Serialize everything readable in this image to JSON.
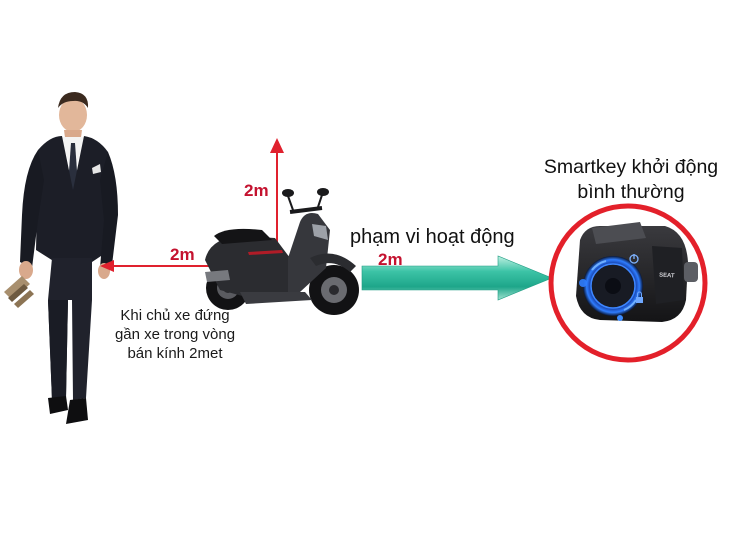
{
  "labels": {
    "vertical_distance": "2m",
    "horizontal_distance_person": "2m",
    "horizontal_distance_range": "2m",
    "range_text": "phạm vi hoạt động",
    "smartkey_line1": "Smartkey khởi động",
    "smartkey_line2": "bình thường",
    "caption_line1": "Khi chủ xe đứng",
    "caption_line2": "gần xe trong vòng",
    "caption_line3": "bán kính 2met",
    "seat_label": "SEAT"
  },
  "colors": {
    "red_arrow": "#e0212e",
    "teal_arrow": "#2ab69a",
    "circle_ring": "#e3202a",
    "blue_glow": "#1f6bff"
  },
  "icons": [
    "person-illustration",
    "scooter-illustration",
    "smartkey-switch-illustration",
    "power-icon",
    "lock-icon"
  ]
}
